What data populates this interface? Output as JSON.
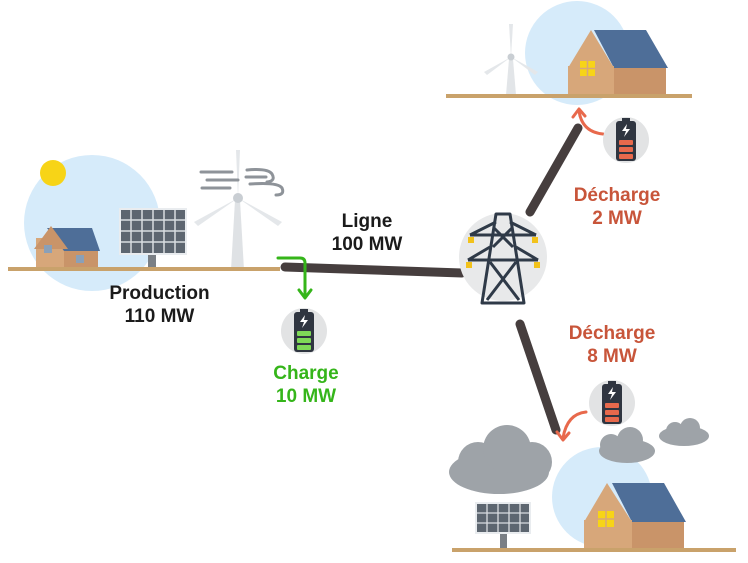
{
  "labels": {
    "production": {
      "name": "Production",
      "value": "110 MW"
    },
    "line": {
      "name": "Ligne",
      "value": "100 MW"
    },
    "charge": {
      "name": "Charge",
      "value": "10 MW"
    },
    "discharge_top": {
      "name": "Décharge",
      "value": "2 MW"
    },
    "discharge_bottom": {
      "name": "Décharge",
      "value": "8 MW"
    }
  },
  "colors": {
    "sky": "#d6ebfa",
    "ground": "#c9a26b",
    "house_wall": "#d7a77a",
    "roof": "#4e6e98",
    "window": "#f7d417",
    "sun": "#f7d417",
    "power_line": "#463e3e",
    "tower": "#2f3a48",
    "charge_green": "#35b51a",
    "discharge_red": "#e8694c",
    "cloud": "#9ea3a8"
  },
  "icons": [
    "sun-icon",
    "house-icon",
    "solar-panel-icon",
    "wind-turbine-icon",
    "wind-gust-icon",
    "pylon-icon",
    "battery-icon",
    "cloud-icon",
    "arrow-icon"
  ]
}
